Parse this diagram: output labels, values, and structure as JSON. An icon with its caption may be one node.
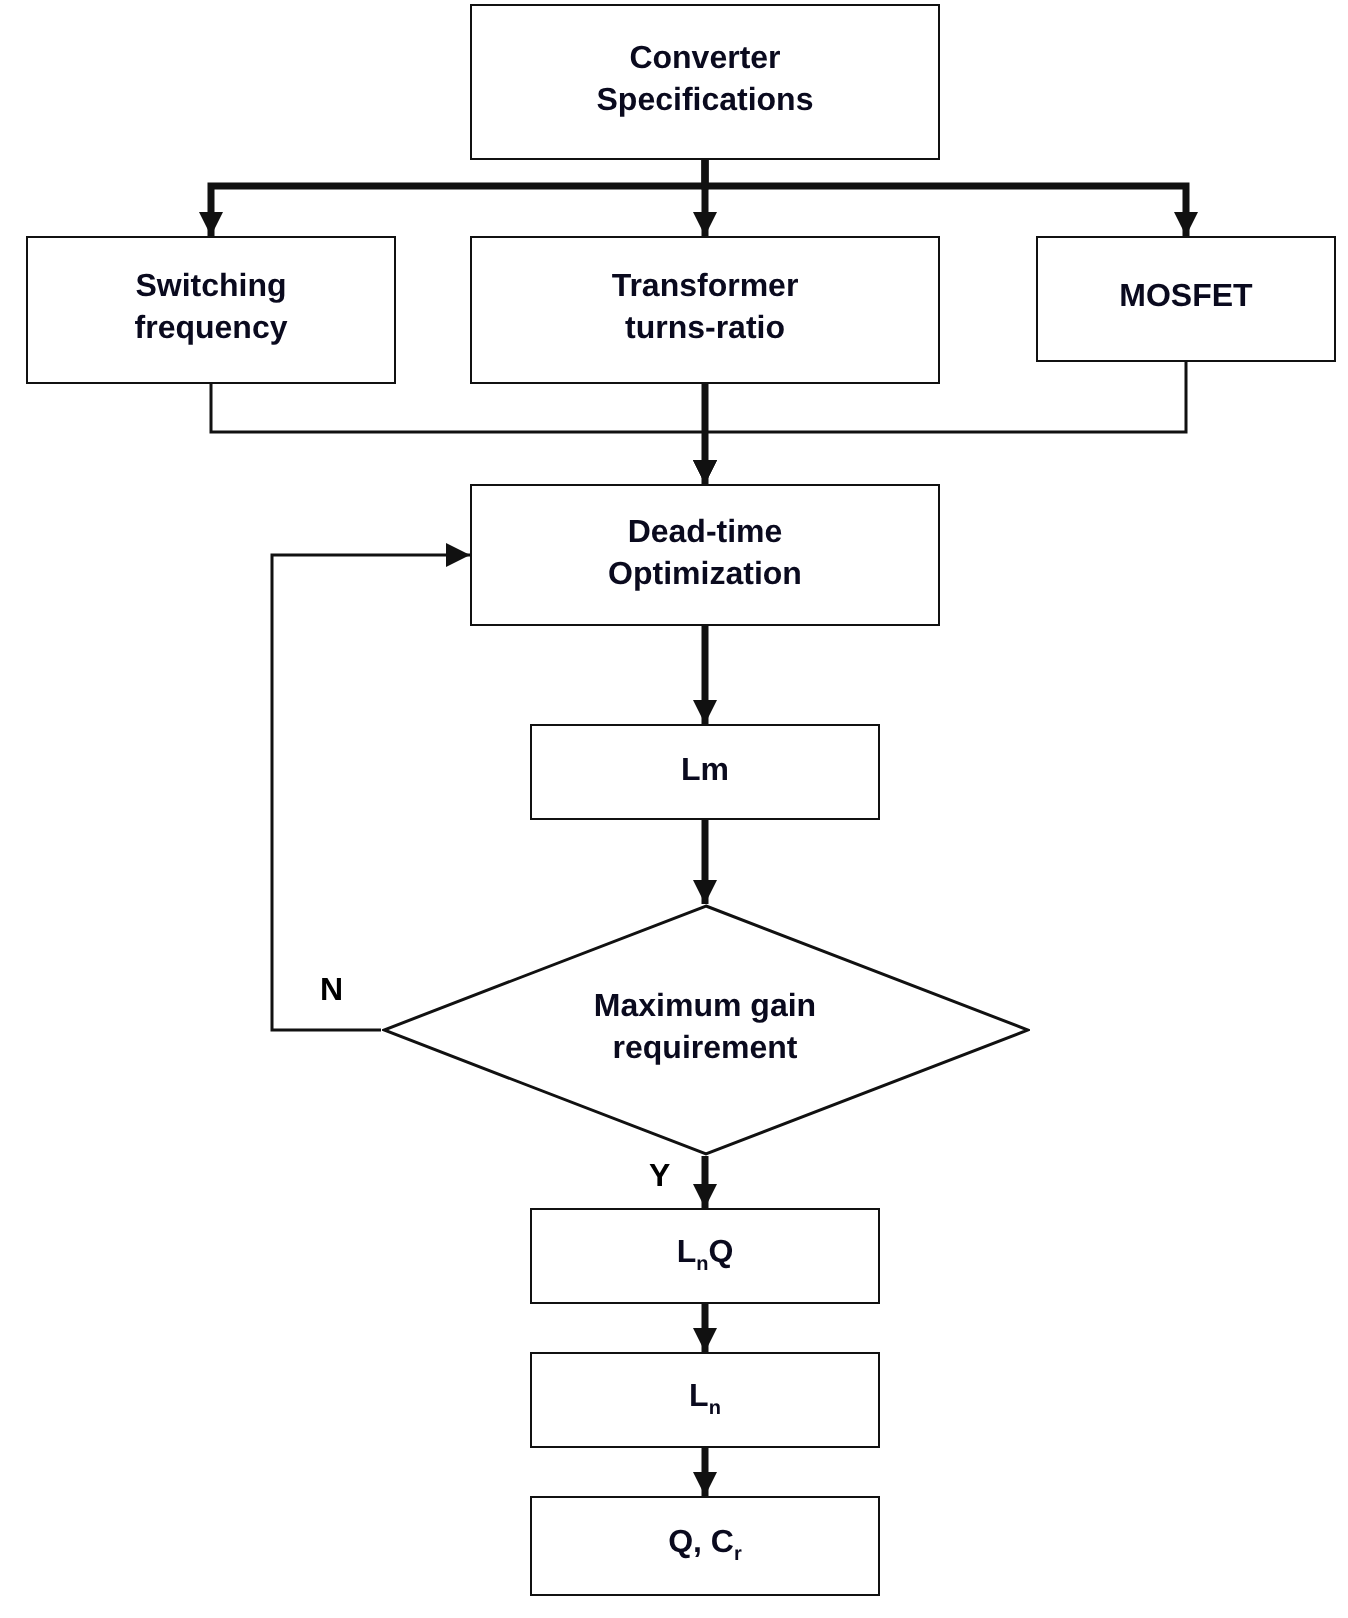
{
  "diagram": {
    "nodes": [
      {
        "text": [
          "Converter Specifications"
        ]
      },
      {
        "text": [
          "Switching frequency"
        ]
      },
      {
        "text": [
          "Transformer turns-ratio"
        ]
      },
      {
        "text": [
          "MOSFET"
        ]
      },
      {
        "text": [
          "Dead-time Optimization"
        ]
      },
      {
        "text": [
          "Lm"
        ]
      },
      {
        "text": [
          "Maximum gain requirement"
        ]
      },
      {
        "text": [
          "L$_{n}$Q"
        ]
      },
      {
        "text": [
          "L$_{n}$"
        ]
      },
      {
        "text": [
          "Q, C$_{r}$"
        ]
      }
    ],
    "edges": [
      {
        "from": 0,
        "to": 1,
        "arrow": "to"
      },
      {
        "from": 0,
        "to": 2,
        "arrow": "to"
      },
      {
        "from": 0,
        "to": 3,
        "arrow": "to"
      },
      {
        "from": 1,
        "to": 4,
        "arrow": "to"
      },
      {
        "from": 2,
        "to": 4,
        "arrow": "to"
      },
      {
        "from": 3,
        "to": 4,
        "arrow": "to"
      },
      {
        "from": 4,
        "to": 5,
        "arrow": "to"
      },
      {
        "from": 5,
        "to": 6,
        "arrow": "to"
      },
      {
        "from": 6,
        "to": 7,
        "arrow": "to",
        "label": "Y"
      },
      {
        "from": 6,
        "to": 4,
        "arrow": "to",
        "label": "N"
      },
      {
        "from": 7,
        "to": 8,
        "arrow": "to"
      },
      {
        "from": 8,
        "to": 9,
        "arrow": "to"
      }
    ]
  }
}
